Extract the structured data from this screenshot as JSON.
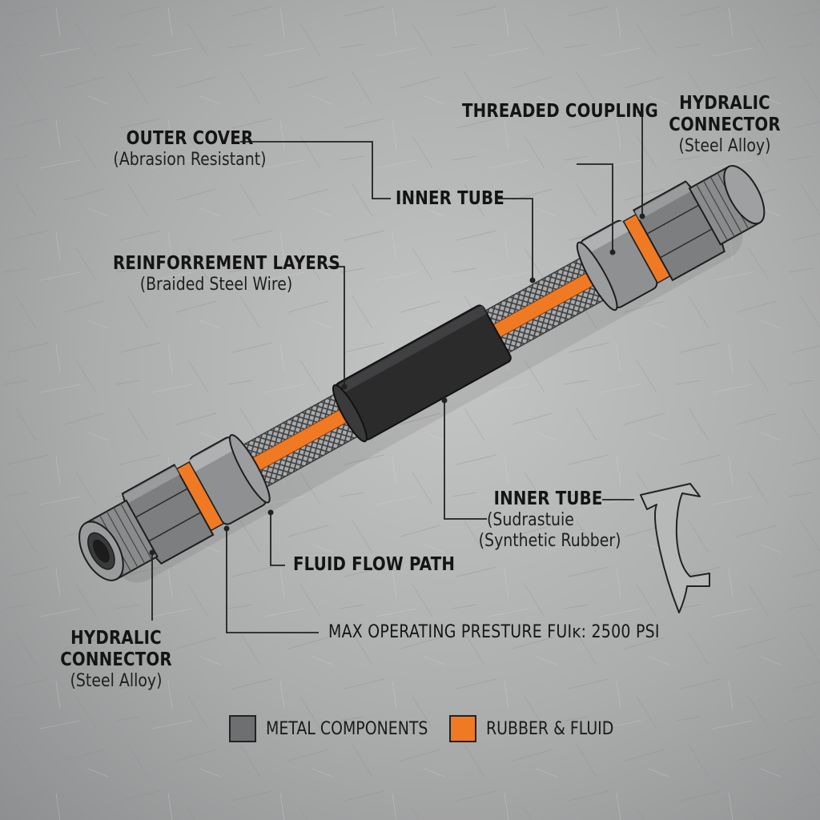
{
  "labels": {
    "outer_cover": {
      "title": "OUTER COVER",
      "sub": "(Abrasion Resistant)"
    },
    "inner_tube_top": {
      "title": "INNER TUBE"
    },
    "threaded_coupling": {
      "title": "THREADED COUPLING"
    },
    "connector_top": {
      "title_line1": "HYDRALIC",
      "title_line2": "CONNECTOR",
      "sub": "(Steel Alloy)"
    },
    "reinforcement": {
      "title": "REINFORREMENT LAYERS",
      "sub": "(Braided Steel Wire)"
    },
    "inner_tube_right": {
      "title": "INNER TUBE",
      "sub1": "(Sudrastuie",
      "sub2": "(Synthetic Rubber)"
    },
    "fluid_flow": {
      "title": "FLUID FLOW PATH"
    },
    "pressure": {
      "text": "MAX OPERATING PRESTURE FUIᴋ: 2500 PSI"
    },
    "connector_bottom": {
      "title_line1": "HYDRALIC",
      "title_line2": "CONNECTOR",
      "sub": "(Steel Alloy)"
    }
  },
  "legend": [
    {
      "label": "METAL COMPONENTS",
      "color": "#6e6f70"
    },
    {
      "label": "RUBBER & FLUID",
      "color": "#f07a24"
    }
  ],
  "colors": {
    "rubber": "#f07a24",
    "cover": "#2b2b2c",
    "metal": "#8f9091",
    "braid": "#b9baba"
  }
}
